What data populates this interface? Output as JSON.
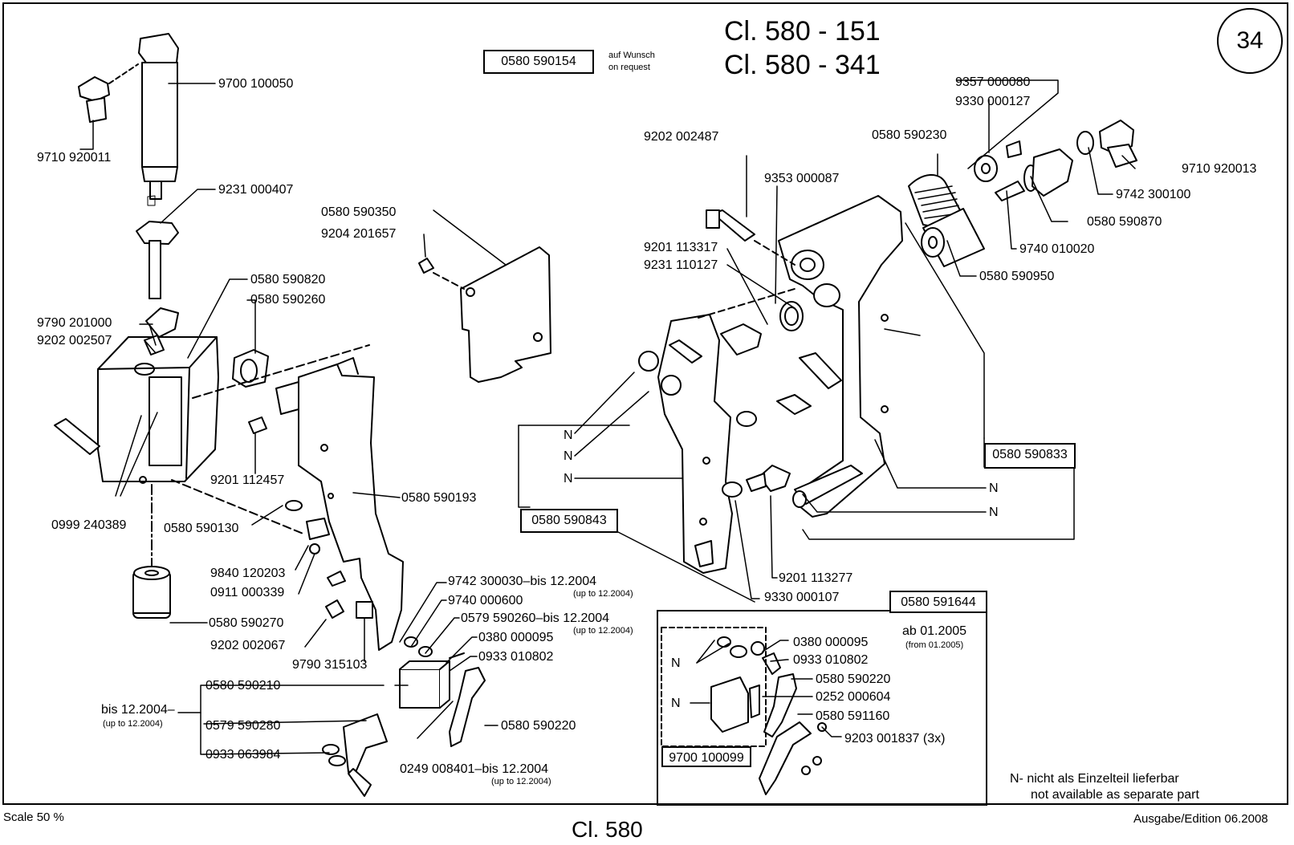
{
  "page": {
    "title_line1": "Cl. 580 - 151",
    "title_line2": "Cl. 580 - 341",
    "page_number": "34",
    "optional_part": "0580 590154",
    "optional_de": "auf Wunsch",
    "optional_en": "on request"
  },
  "footer": {
    "scale": "Scale 50 %",
    "class": "Cl. 580",
    "edition": "Ausgabe/Edition 06.2008"
  },
  "note": {
    "line1": "N- nicht als Einzelteil lieferbar",
    "line2": "not available as separate part"
  },
  "boxes": {
    "b833": "0580 590833",
    "b843": "0580 590843",
    "b644": "0580 591644",
    "b099": "9700 100099"
  },
  "labels": {
    "p9700100050": "9700 100050",
    "p9710920011": "9710 920011",
    "p9231000407": "9231 000407",
    "p0580590820": "0580 590820",
    "p0580590260": "0580 590260",
    "p9790201000": "9790 201000",
    "p9202002507": "9202 002507",
    "p0580590350": "0580 590350",
    "p9204201657": "9204 201657",
    "p9201112457": "9201 112457",
    "p0580590193": "0580 590193",
    "p0999240389": "0999 240389",
    "p0580590130": "0580 590130",
    "p9840120203": "9840 120203",
    "p0911000339": "0911 000339",
    "p0580590270": "0580 590270",
    "p9202002067": "9202 002067",
    "p9790315103": "9790 315103",
    "p9742300030": "9742 300030–bis 12.2004",
    "p9742sub": "(up to 12.2004)",
    "p9740000600": "9740 000600",
    "p0579590260": "0579 590260–bis 12.2004",
    "p0579sub": "(up to 12.2004)",
    "p0380000095": "0380 000095",
    "p0933010802": "0933 010802",
    "p0580590210": "0580 590210",
    "bis2004": "bis 12.2004–",
    "bis2004sub": "(up to 12.2004)",
    "p0579590280": "0579 590280",
    "p0933063984": "0933 063984",
    "p0580590220": "0580 590220",
    "p0249008401": "0249 008401–bis 12.2004",
    "p0249sub": "(up to 12.2004)",
    "p9357000080": "9357 000080",
    "p9330000127": "9330 000127",
    "p9202002487": "9202 002487",
    "p0580590230": "0580 590230",
    "p9710920013": "9710 920013",
    "p9353000087": "9353 000087",
    "p9742300100": "9742 300100",
    "p0580590870": "0580 590870",
    "p9201113317": "9201 113317",
    "p9231110127": "9231 110127",
    "p9740010020": "9740 010020",
    "p0580590950": "0580 590950",
    "p9201113277": "9201 113277",
    "p9330000107": "9330 000107",
    "ab2005": "ab 01.2005",
    "ab2005sub": "(from 01.2005)",
    "i0380000095": "0380 000095",
    "i0933010802": "0933 010802",
    "i0580590220": "0580 590220",
    "i0252000604": "0252 000604",
    "i0580591160": "0580 591160",
    "i9203001837": "9203 001837 (3x)",
    "n": "N"
  }
}
